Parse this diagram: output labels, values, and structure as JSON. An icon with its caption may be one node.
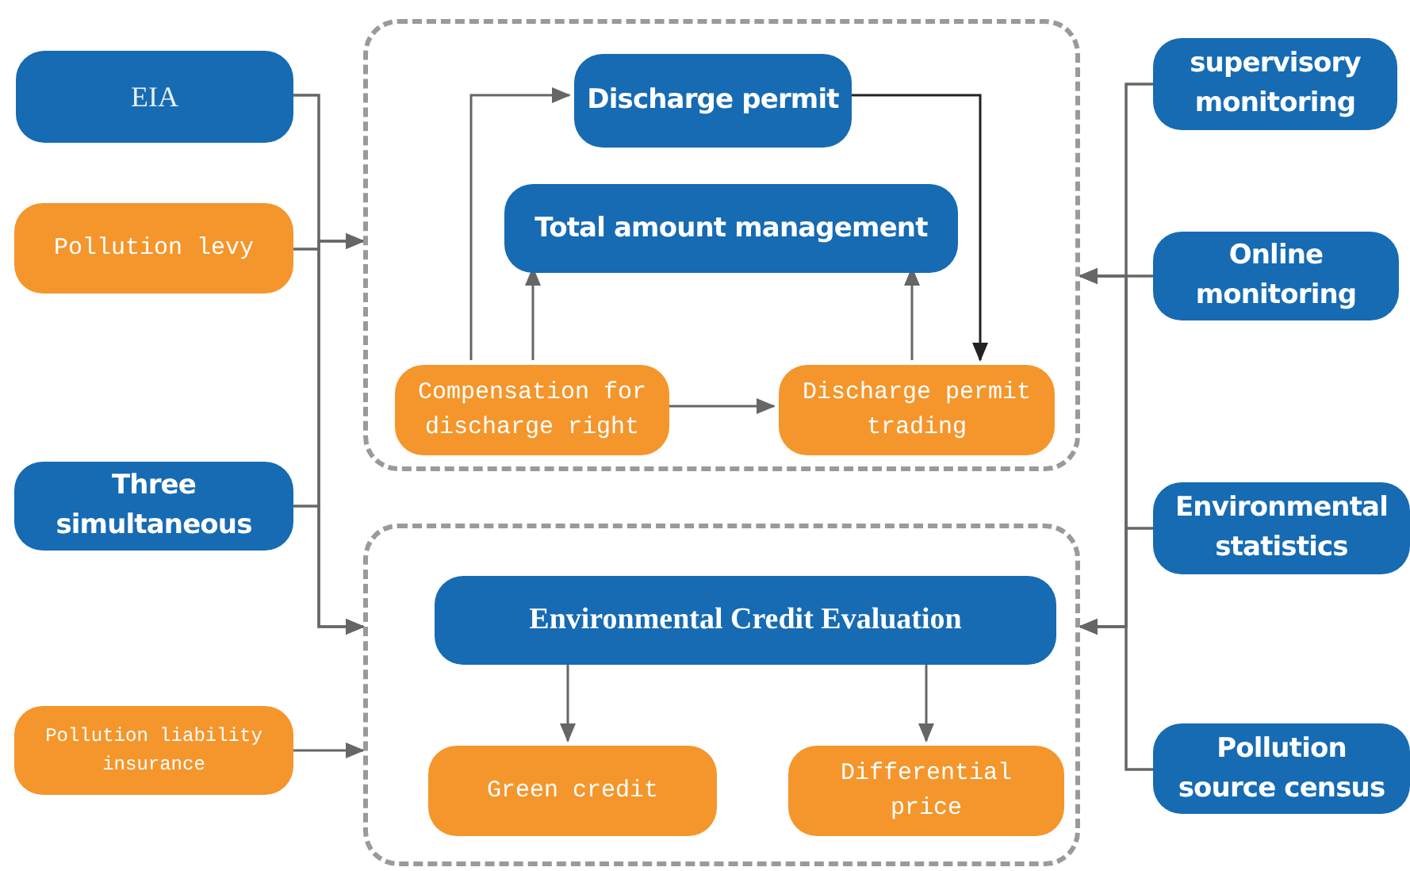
{
  "diagram": {
    "nodes": [
      {
        "text": [
          "EIA"
        ]
      },
      {
        "text": [
          "Pollution levy"
        ]
      },
      {
        "text": [],
        "shape": "box"
      },
      {
        "text": [
          "Discharge permit"
        ],
        "in": 2
      },
      {
        "text": [
          "Total amount management"
        ],
        "in": 2
      },
      {
        "text": [
          "Compensation for discharge right"
        ],
        "in": 2
      },
      {
        "text": [
          "Discharge permit trading"
        ],
        "in": 2
      },
      {
        "text": [
          "supervisory monitoring"
        ]
      },
      {
        "text": [
          "Online monitoring"
        ]
      },
      {
        "text": [
          "Three simultaneous"
        ]
      },
      {
        "text": [
          "Environmental statistics"
        ]
      },
      {
        "text": [],
        "shape": "box"
      },
      {
        "text": [
          "Environmental Credit Evaluation"
        ],
        "in": 11
      },
      {
        "text": [
          "Green credit"
        ],
        "in": 11
      },
      {
        "text": [
          "Differential price"
        ],
        "in": 11
      },
      {
        "text": [
          "Pollution liability insurance"
        ]
      },
      {
        "text": [
          "Pollution source census"
        ]
      }
    ],
    "edges": [
      {
        "from": 0,
        "to": 2,
        "arrow": "to"
      },
      {
        "from": 1,
        "to": 2,
        "arrow": "to"
      },
      {
        "from": 9,
        "to": 2,
        "arrow": "to"
      },
      {
        "from": 0,
        "to": 11,
        "arrow": "to"
      },
      {
        "from": 1,
        "to": 11,
        "arrow": "to"
      },
      {
        "from": 9,
        "to": 11,
        "arrow": "to"
      },
      {
        "from": 15,
        "to": 11,
        "arrow": "to"
      },
      {
        "from": 7,
        "to": 2,
        "arrow": "to"
      },
      {
        "from": 8,
        "to": 2,
        "arrow": "to"
      },
      {
        "from": 10,
        "to": 2,
        "arrow": "to"
      },
      {
        "from": 16,
        "to": 2,
        "arrow": "to"
      },
      {
        "from": 7,
        "to": 11,
        "arrow": "to"
      },
      {
        "from": 8,
        "to": 11,
        "arrow": "to"
      },
      {
        "from": 10,
        "to": 11,
        "arrow": "to"
      },
      {
        "from": 16,
        "to": 11,
        "arrow": "to"
      },
      {
        "from": 5,
        "to": 3,
        "arrow": "to"
      },
      {
        "from": 5,
        "to": 4,
        "arrow": "to"
      },
      {
        "from": 5,
        "to": 6,
        "arrow": "to"
      },
      {
        "from": 3,
        "to": 6,
        "arrow": "to",
        "color": "#222222"
      },
      {
        "from": 6,
        "to": 4,
        "arrow": "to"
      },
      {
        "from": 12,
        "to": 13,
        "arrow": "to"
      },
      {
        "from": 12,
        "to": 14,
        "arrow": "to"
      }
    ]
  }
}
